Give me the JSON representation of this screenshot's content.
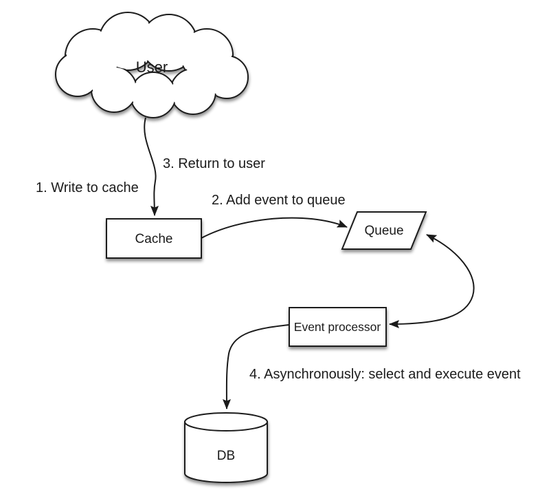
{
  "diagram": {
    "background": "#ffffff",
    "colors": {
      "stroke": "#1a1a1a",
      "shape_fill": "#ffffff",
      "text": "#1b1b1b"
    },
    "nodes": {
      "user": {
        "label": "User",
        "shape": "cloud"
      },
      "cache": {
        "label": "Cache",
        "shape": "rectangle"
      },
      "queue": {
        "label": "Queue",
        "shape": "parallelogram"
      },
      "event_processor": {
        "label": "Event processor",
        "shape": "rectangle"
      },
      "db": {
        "label": "DB",
        "shape": "cylinder"
      }
    },
    "steps": {
      "step1": {
        "label": "1. Write to cache"
      },
      "step2": {
        "label": "2. Add event to queue"
      },
      "step3": {
        "label": "3. Return to user"
      },
      "step4": {
        "label": "4. Asynchronously: select and execute event"
      }
    },
    "edges": [
      {
        "from": "user",
        "to": "cache",
        "style": "arrow"
      },
      {
        "from": "cache",
        "to": "queue",
        "style": "arrow"
      },
      {
        "from": "queue",
        "to": "event_processor",
        "style": "double-arrow"
      },
      {
        "from": "event_processor",
        "to": "db",
        "style": "arrow"
      }
    ]
  }
}
